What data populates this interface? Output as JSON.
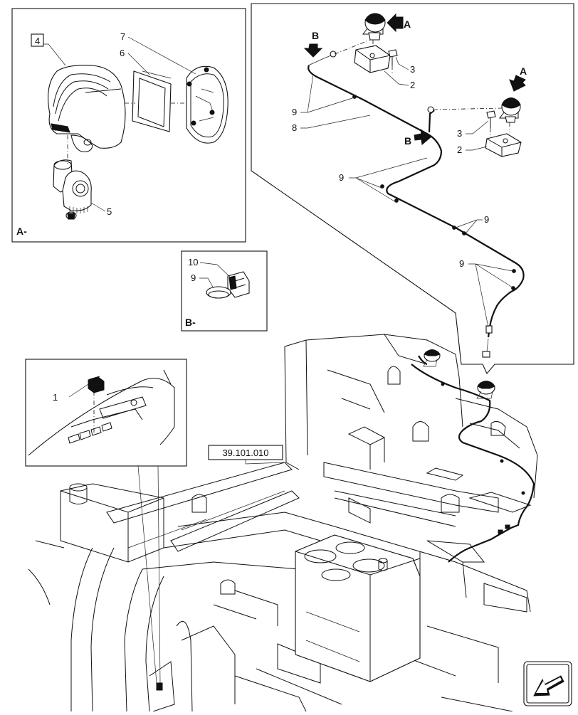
{
  "reference_tag": "39.101.010",
  "sections": {
    "a_label": "A-",
    "b_label": "B-"
  },
  "callouts": {
    "boxed_4": "4",
    "n7": "7",
    "n6": "6",
    "n5": "5",
    "n10": "10",
    "n9_b": "9",
    "n1": "1",
    "r_B1": "B",
    "r_A1": "A",
    "r_3a": "3",
    "r_2a": "2",
    "r_9a": "9",
    "r_8": "8",
    "r_A2": "A",
    "r_B2": "B",
    "r_3b": "3",
    "r_2b": "2",
    "r_9b": "9",
    "r_9c": "9",
    "r_9d": "9"
  }
}
